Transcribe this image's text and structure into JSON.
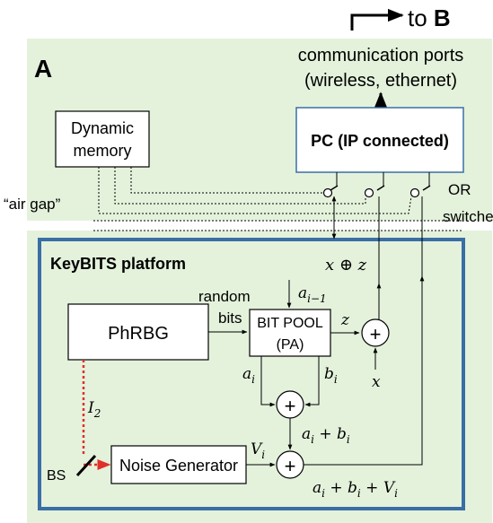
{
  "destination": {
    "prefix": "to ",
    "target": "B"
  },
  "comm_ports": {
    "line1": "communication ports",
    "line2": "(wireless, ethernet)"
  },
  "region_a": {
    "label": "A"
  },
  "dynamic_memory": {
    "line1": "Dynamic",
    "line2": "memory"
  },
  "pc": {
    "label": "PC (IP connected)"
  },
  "air_gap": {
    "label": "“air gap”"
  },
  "or_switches": {
    "line1": "OR",
    "line2": "switches"
  },
  "platform": {
    "label": "KeyBITS  platform"
  },
  "phrbg": {
    "label": "PhRBG"
  },
  "random_bits": {
    "line1": "random",
    "line2": "bits"
  },
  "bit_pool": {
    "line1": "BIT POOL",
    "line2": "(PA)"
  },
  "noise_gen": {
    "label": "Noise Generator"
  },
  "bs": {
    "label": "BS"
  },
  "math": {
    "x_xor_z": "x ⊕ z",
    "a_prev": "a",
    "a_prev_sub": "i−1",
    "z": "z",
    "x": "x",
    "a_i": "a",
    "a_i_sub": "i",
    "b_i": "b",
    "b_i_sub": "i",
    "sum_ab": "a",
    "sum_ab_sub": "i",
    "sum_ab_plus": " + b",
    "sum_ab_sub2": "i",
    "v_i": "V",
    "v_i_sub": "i",
    "total_a": "a",
    "total_a_sub": "i",
    "total_plus_b": " + b",
    "total_b_sub": "i",
    "total_plus_v": " + V",
    "total_v_sub": "i",
    "i2": "I",
    "i2_sub": "2"
  },
  "plus_symbol": "+",
  "colors": {
    "green_panel": "#e4f2dc",
    "platform_border": "#3a6ea5",
    "pc_border": "#3a6ea5",
    "laser_red": "#e0302a"
  }
}
